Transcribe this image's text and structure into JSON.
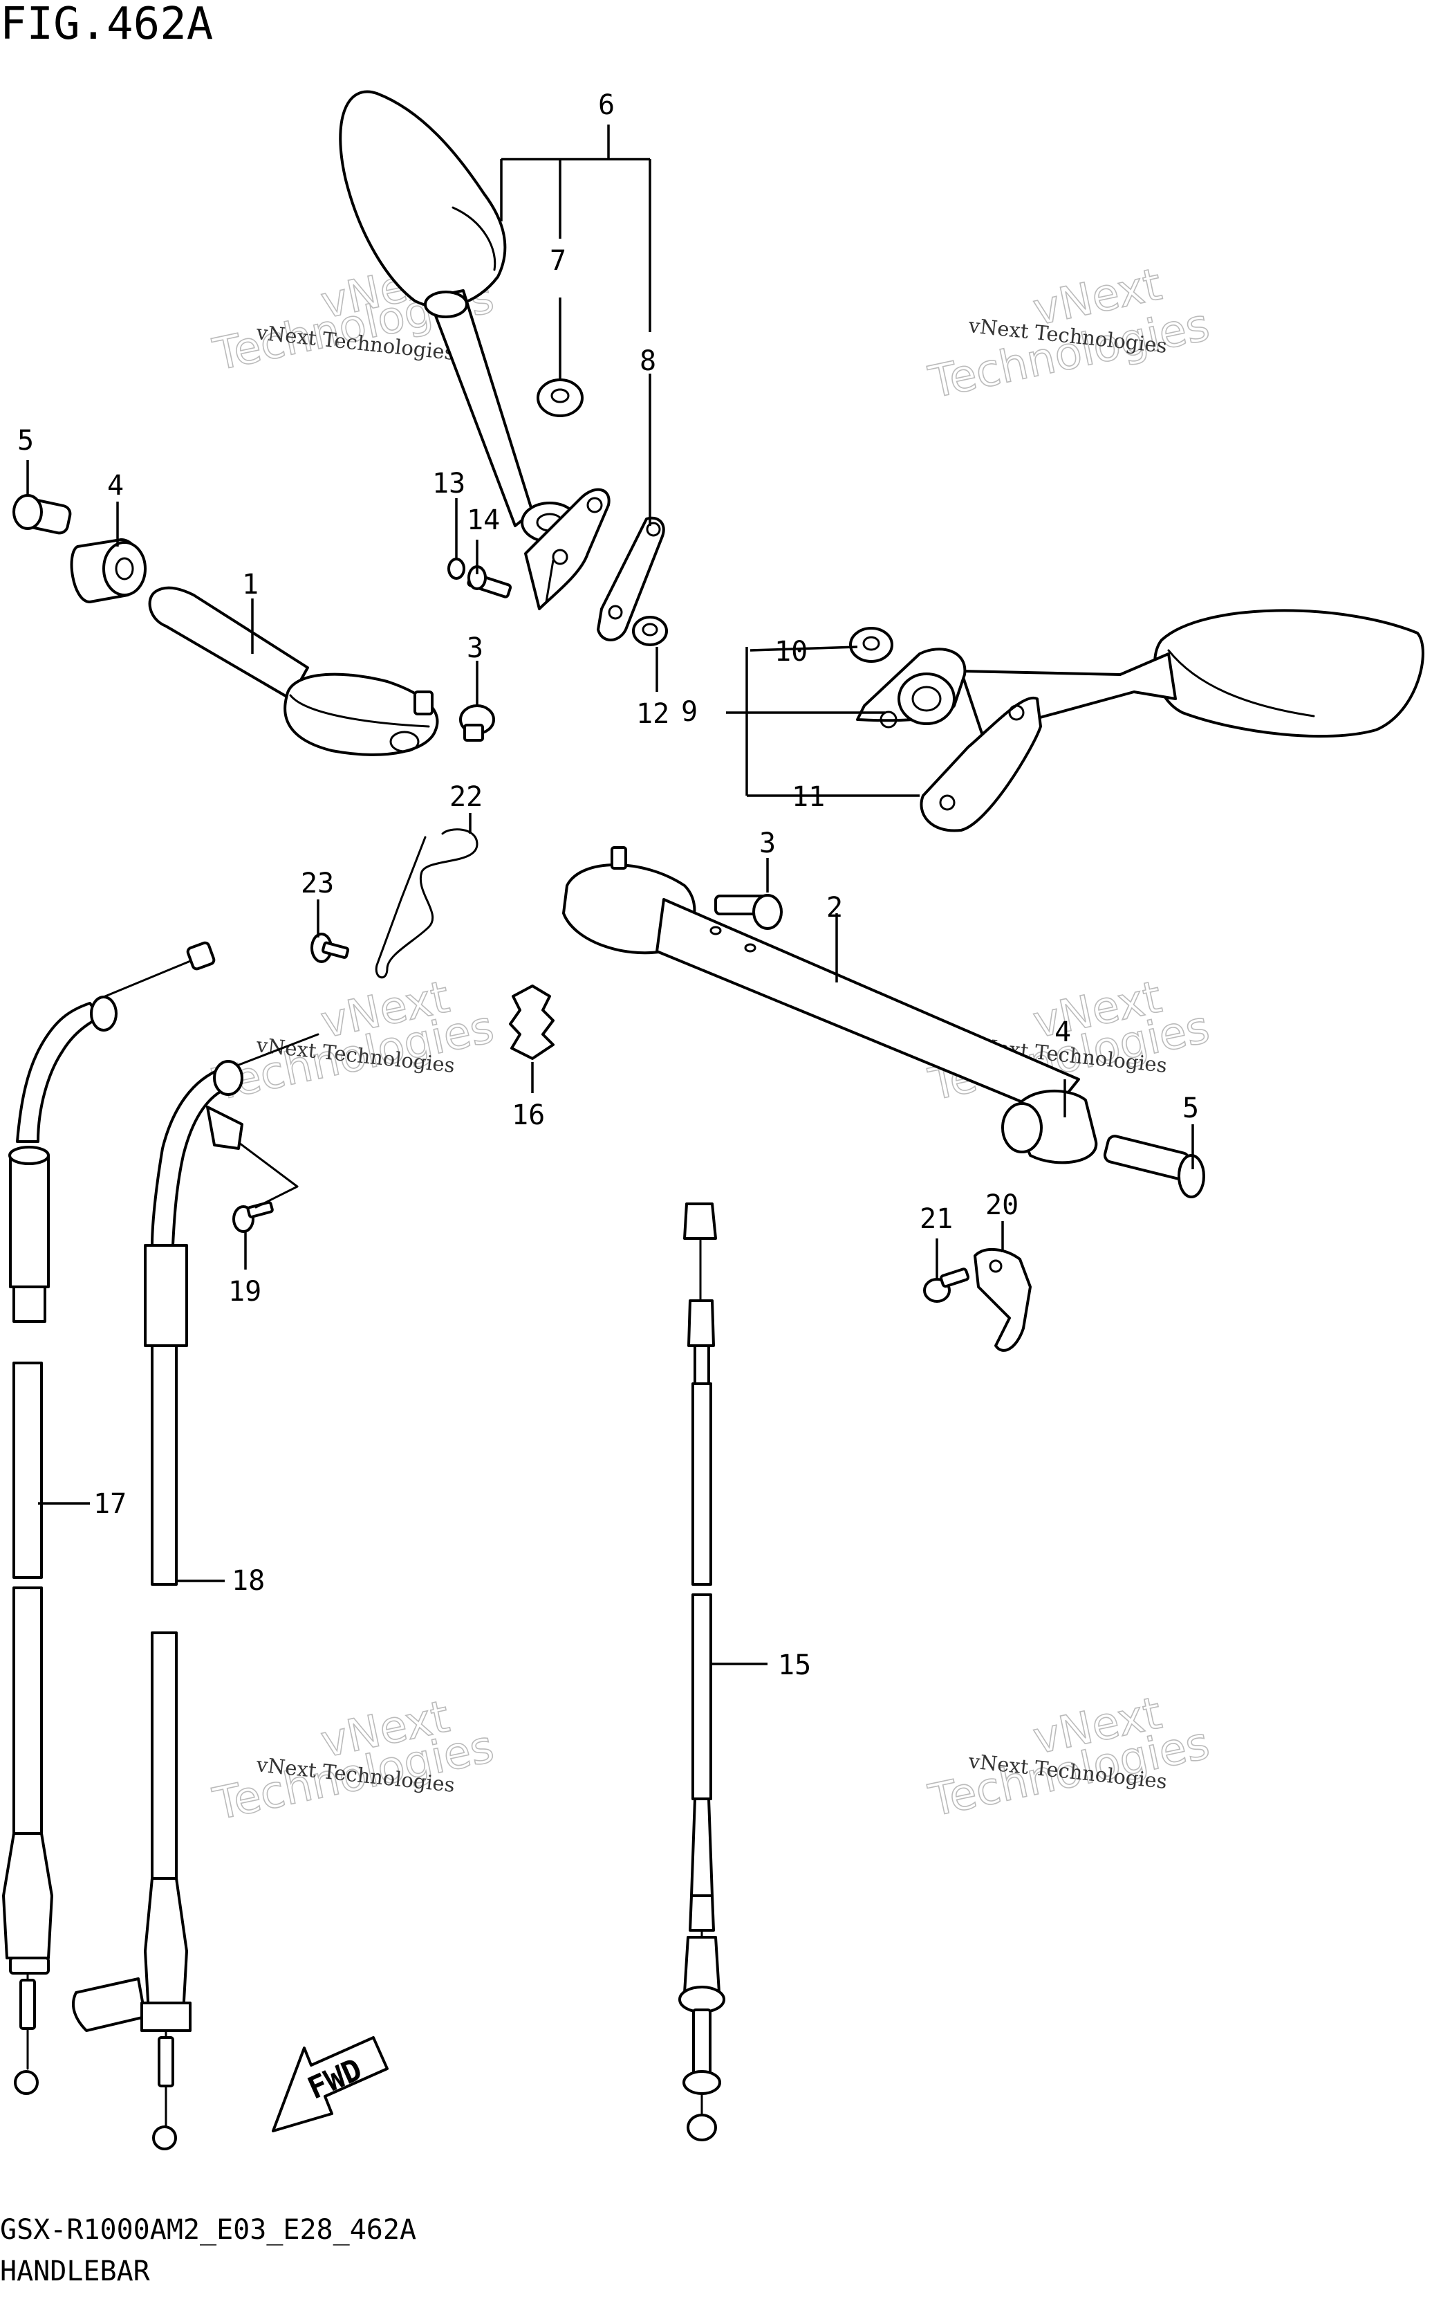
{
  "header": {
    "figure_title": "FIG.462A"
  },
  "footer": {
    "model_code": "GSX-R1000AM2_E03_E28_462A",
    "group_name": "HANDLEBAR"
  },
  "watermark": {
    "company": "vNext Technologies",
    "big_line1": "vNext",
    "big_line2": "Technologies"
  },
  "fwd_arrow": {
    "label": "FWD"
  },
  "callouts": {
    "c1": "1",
    "c2": "2",
    "c3a": "3",
    "c3b": "3",
    "c4a": "4",
    "c4b": "4",
    "c5a": "5",
    "c5b": "5",
    "c6": "6",
    "c7": "7",
    "c8": "8",
    "c9": "9",
    "c10": "10",
    "c11": "11",
    "c12": "12",
    "c13": "13",
    "c14": "14",
    "c15": "15",
    "c16": "16",
    "c17": "17",
    "c18": "18",
    "c19": "19",
    "c20": "20",
    "c21": "21",
    "c22": "22",
    "c23": "23"
  }
}
